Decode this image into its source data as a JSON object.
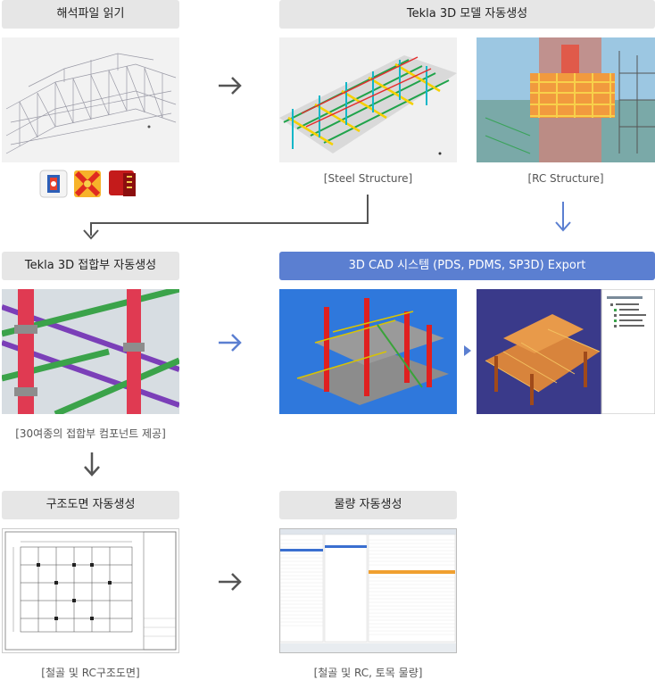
{
  "steps": {
    "read_analysis": {
      "title": "해석파일 읽기"
    },
    "tekla_model": {
      "title": "Tekla 3D 모델 자동생성"
    },
    "tekla_connection": {
      "title": "Tekla 3D 접합부 자동생성"
    },
    "cad_export": {
      "title": "3D CAD 시스템 (PDS, PDMS, SP3D) Export"
    },
    "drawings": {
      "title": "구조도면 자동생성"
    },
    "quantity": {
      "title": "물량 자동생성"
    }
  },
  "captions": {
    "steel": "[Steel Structure]",
    "rc": "[RC Structure]",
    "connection_components": "[30여종의 접합부 컴포넌트 제공]",
    "drawings": "[철골 및 RC구조도면]",
    "quantity": "[철골 및 RC, 토목 물량]"
  },
  "icons": [
    "analysis-app-icon-1",
    "analysis-app-icon-2",
    "analysis-app-icon-3"
  ],
  "colors": {
    "header_gray": "#e6e6e6",
    "header_blue": "#5b7fd1",
    "arrow_gray": "#555555",
    "arrow_blue": "#5b7fd1"
  }
}
